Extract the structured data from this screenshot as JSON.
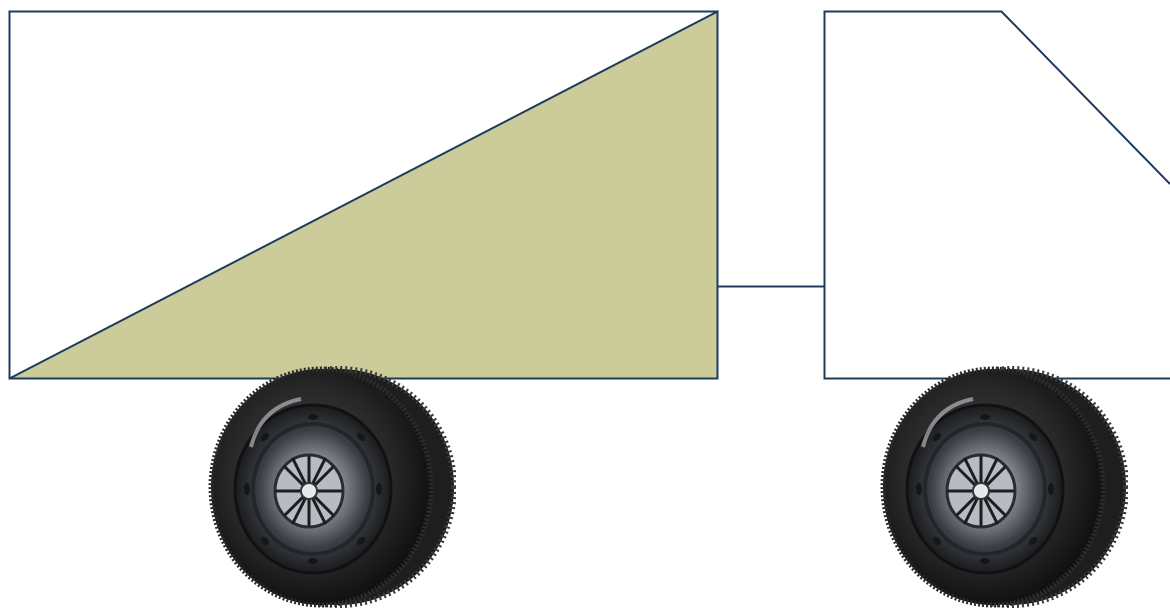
{
  "diagram": {
    "colors": {
      "outline": "#1f3b5c",
      "fill": "#cbcc9a",
      "background": "#ffffff",
      "tire_dark": "#1b1b1b",
      "tire_mid": "#3a3a3a",
      "rim_light": "#9a9fa6",
      "rim_dark": "#2e3036"
    },
    "parts": [
      {
        "name": "trailer-box",
        "icon": "rectangle-shape"
      },
      {
        "name": "trailer-wedge",
        "icon": "right-triangle-shape"
      },
      {
        "name": "hitch-connector",
        "icon": "line-shape"
      },
      {
        "name": "truck-cab",
        "icon": "cab-outline-shape"
      },
      {
        "name": "rear-wheel",
        "icon": "tire-icon"
      },
      {
        "name": "front-wheel",
        "icon": "tire-icon"
      }
    ]
  }
}
